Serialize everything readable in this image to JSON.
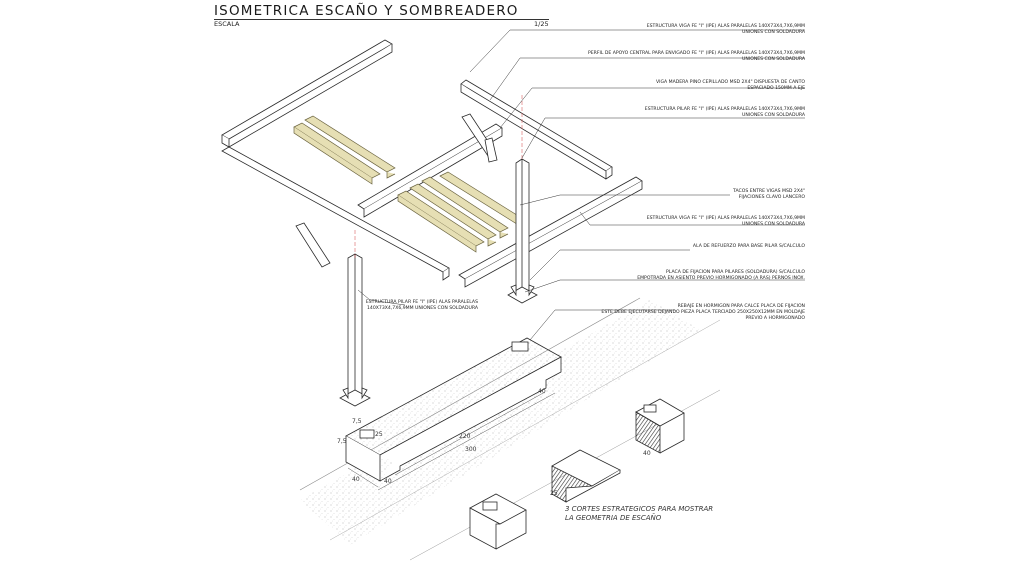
{
  "header": {
    "title": "ISOMETRICA ESCAÑO Y SOMBREADERO",
    "scale_label": "ESCALA",
    "scale_value": "1/25"
  },
  "annotations": [
    {
      "id": "viga-superior",
      "lines": [
        "ESTRUCTURA VIGA Fe \"I\" (IPE) ALAS PARALELAS 140x73x4,7x6,9mm",
        "UNIONES CON SOLDADURA"
      ]
    },
    {
      "id": "perfil-apoyo",
      "lines": [
        "PERFIL DE APOYO CENTRAL PARA ENVIGADO Fe \"I\" (IPE) ALAS PARALELAS 140x73x4,7x6,9mm",
        "UNIONES CON SOLDADURA"
      ]
    },
    {
      "id": "viga-madera",
      "lines": [
        "VIGA MADERA PINO CEPILLADO MSD 2x4\" DISPUESTA DE CANTO",
        "ESPACIADO 150mm A EJE"
      ]
    },
    {
      "id": "pilar-superior",
      "lines": [
        "ESTRUCTURA PILAR Fe \"I\" (IPE) ALAS PARALELAS 140x73x4,7x6,9mm",
        "UNIONES CON SOLDADURA"
      ]
    },
    {
      "id": "tacos",
      "lines": [
        "TACOS ENTRE VIGAS MSD 2x4\"",
        "FIJACIONES CLAVO LANCERO"
      ]
    },
    {
      "id": "viga-inferior",
      "lines": [
        "ESTRUCTURA VIGA Fe \"I\" (IPE) ALAS PARALELAS 140x73x4,7x6,9mm",
        "UNIONES CON SOLDADURA"
      ]
    },
    {
      "id": "ala-refuerzo",
      "lines": [
        "ALA DE REFUERZO PARA BASE PILAR S/CALCULO"
      ]
    },
    {
      "id": "placa-fijacion",
      "lines": [
        "PLACA DE FIJACION PARA PILARES (SOLDADURA) S/CALCULO",
        "EMPOTRADA EN ASIENTO PREVIO HORMIGONADO (A RAS) PERNOS INOX."
      ]
    },
    {
      "id": "rebaje",
      "lines": [
        "REBAJE EN HORMIGON PARA CALCE PLACA DE FIJACION",
        "ESTE DEBE EJECUTARSE DEJANDO PIEZA PLACA TERCIADO 250x250x12mm EN MOLDAJE",
        "PREVIO A HORMIGONADO"
      ]
    },
    {
      "id": "pilar-izquierdo",
      "lines": [
        "ESTRUCTURA PILAR Fe \"I\" (IPE) ALAS PARALELAS",
        "140x73x4,7x6,9mm UNIONES CON SOLDADURA"
      ]
    }
  ],
  "dimensions": {
    "d75_a": "7,5",
    "d75_b": "7,5",
    "d25": "25",
    "d40_right": "40",
    "d220": "220",
    "d300": "300",
    "d40_left": "40",
    "d40_bottom": "40",
    "d40_section": "40",
    "d25_section": "25"
  },
  "caption": {
    "line1": "3 CORTES ESTRATEGICOS PARA MOSTRAR",
    "line2": "LA GEOMETRIA DE ESCAÑO"
  },
  "colors": {
    "line": "#2a2a2a",
    "wood_fill": "#e6dfb4",
    "wood_stroke": "#6b6440",
    "section_cut": "#3a3a3a",
    "ground_hatch": "#9a9a9a",
    "axis_red": "#d04040"
  }
}
